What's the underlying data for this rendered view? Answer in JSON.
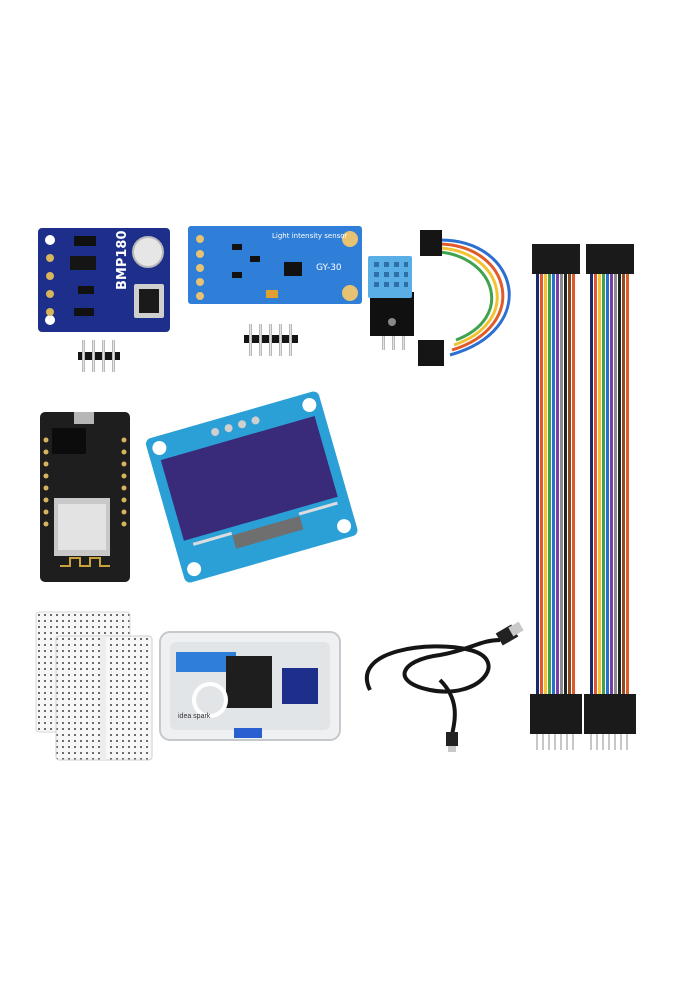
{
  "components": {
    "bmp180": {
      "label": "BMP180"
    },
    "gy30": {
      "label": "GY-30",
      "silk": "Light intensity sensor"
    },
    "storage_box": {
      "brand": "idea spark"
    }
  },
  "colors": {
    "pcb_blue_dark": "#1d2f8a",
    "pcb_blue_light": "#2f7ed8",
    "oled_screen": "#3a2a7a",
    "mcu_black": "#1e1e1e",
    "header_pin": "#c9c9c9",
    "jumper_wires": [
      "#1b2a6b",
      "#e05a2a",
      "#f2c230",
      "#3fa34d",
      "#2a6fd1",
      "#7b3fa8",
      "#8c8c8c",
      "#d9d9d9",
      "#222222",
      "#8b4a1f"
    ]
  }
}
